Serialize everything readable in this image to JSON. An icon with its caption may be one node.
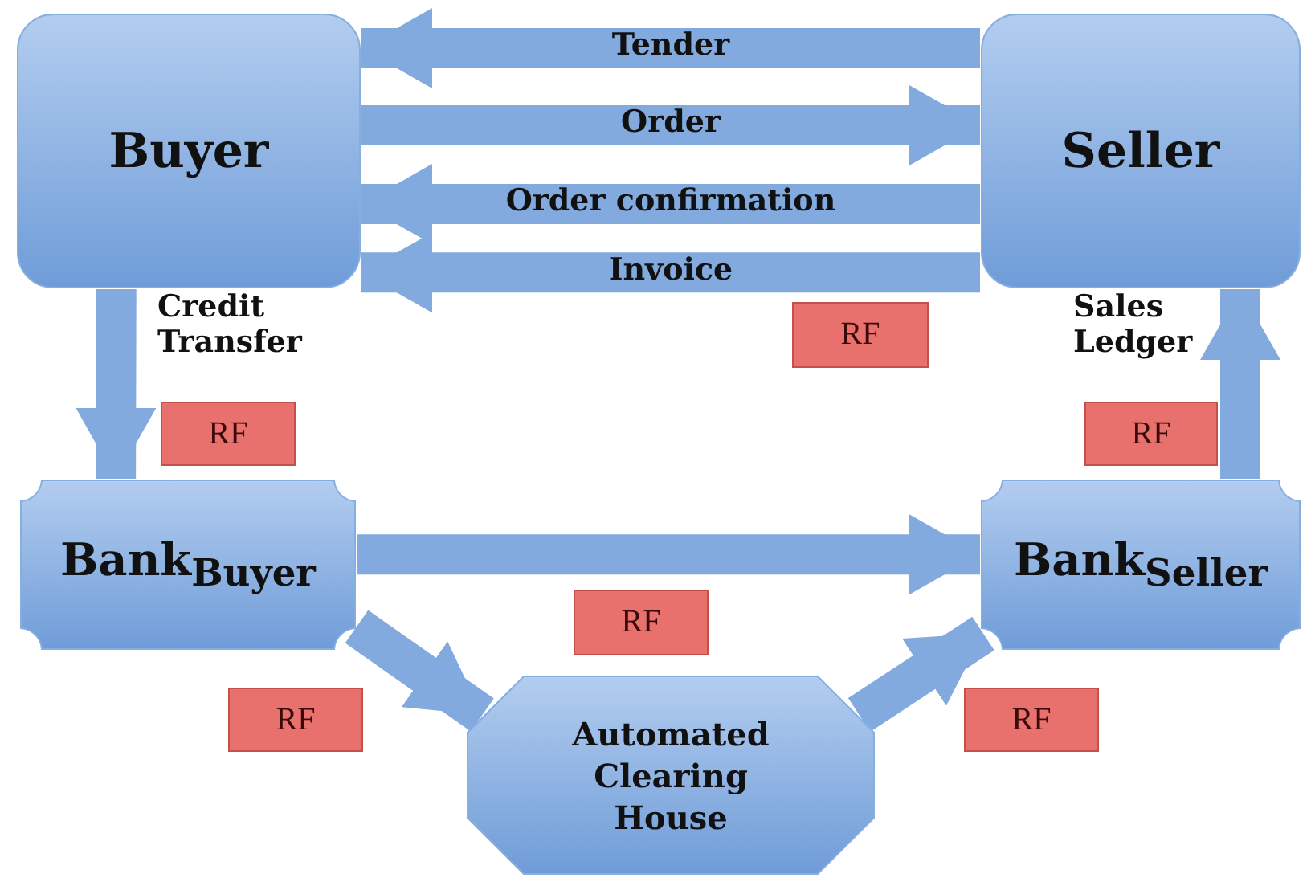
{
  "diagram": {
    "nodes": [
      {
        "text": [
          "Buyer"
        ]
      },
      {
        "text": [
          "Seller"
        ]
      },
      {
        "text": [
          "Bank$_{Buyer}$"
        ]
      },
      {
        "text": [
          "Bank$_{Seller}$"
        ]
      },
      {
        "text": [
          "Automated Clearing House"
        ]
      },
      {
        "text": [
          "RF"
        ]
      },
      {
        "text": [
          "RF"
        ]
      },
      {
        "text": [
          "RF"
        ]
      },
      {
        "text": [
          "RF"
        ]
      },
      {
        "text": [
          "RF"
        ]
      },
      {
        "text": [
          "RF"
        ]
      }
    ],
    "edges": [
      {
        "from": 1,
        "to": 0,
        "arrow": "to",
        "label": "Tender"
      },
      {
        "from": 0,
        "to": 1,
        "arrow": "to",
        "label": "Order"
      },
      {
        "from": 1,
        "to": 0,
        "arrow": "to",
        "label": "Order confirmation"
      },
      {
        "from": 1,
        "to": 0,
        "arrow": "to",
        "label": "Invoice"
      },
      {
        "from": 0,
        "to": 2,
        "arrow": "to",
        "label": "Credit Transfer"
      },
      {
        "from": 2,
        "to": 3,
        "arrow": "to"
      },
      {
        "from": 2,
        "to": 4,
        "arrow": "to"
      },
      {
        "from": 4,
        "to": 3,
        "arrow": "to"
      },
      {
        "from": 3,
        "to": 1,
        "arrow": "to",
        "label": "Sales Ledger"
      }
    ]
  }
}
